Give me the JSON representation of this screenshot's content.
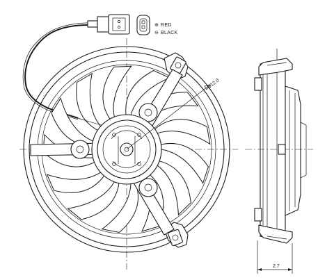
{
  "wire_legend": {
    "red_symbol": "⊕",
    "red_label": "RED",
    "black_symbol": "⊖",
    "black_label": "BLACK"
  },
  "dimensions": {
    "diameter_label": "Ø12.0",
    "depth_label": "2.7"
  },
  "colors": {
    "line": "#1a1a1a",
    "background": "#ffffff"
  }
}
